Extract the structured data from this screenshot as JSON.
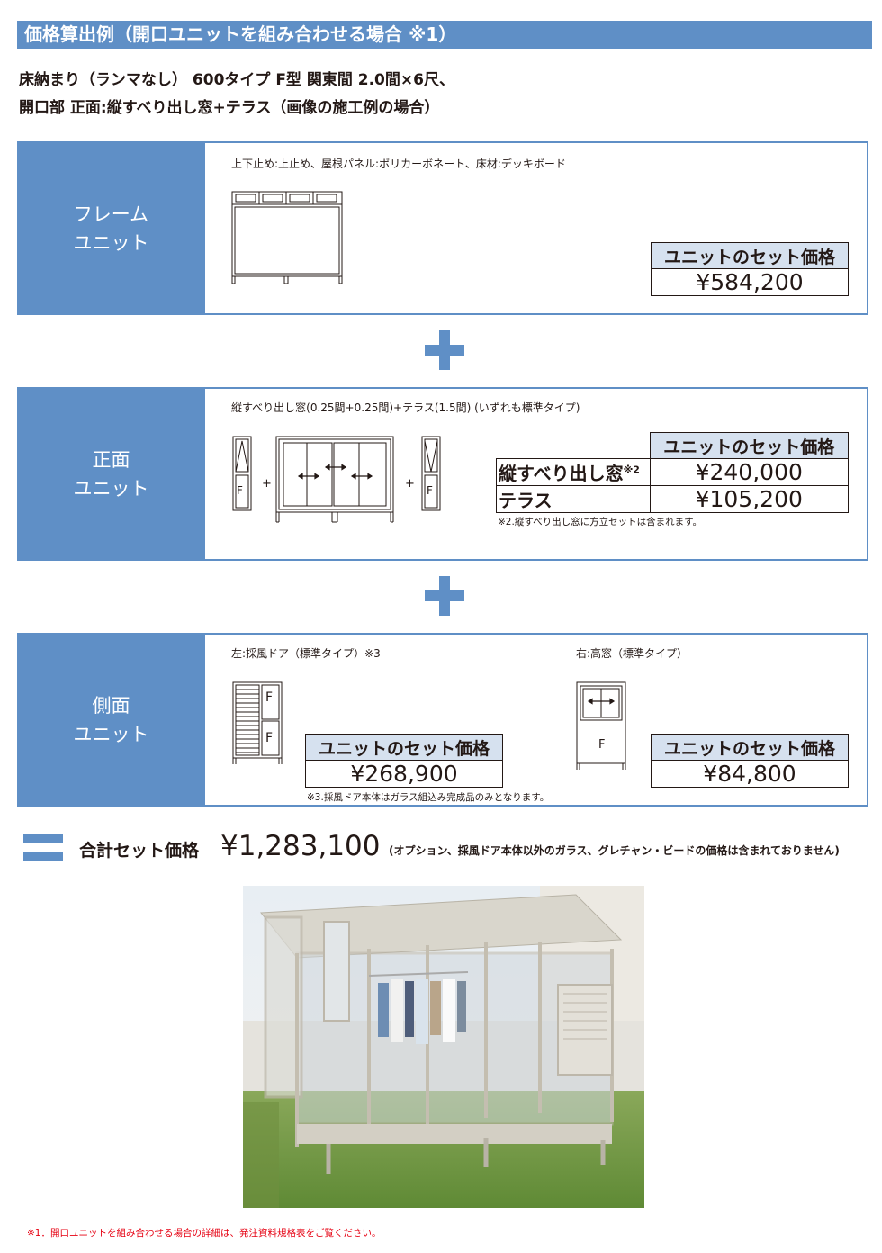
{
  "header": {
    "title": "価格算出例（開口ユニットを組み合わせる場合 ※1）"
  },
  "spec": {
    "line1": "床納まり（ランマなし） 600タイプ F型 関東間 2.0間×6尺、",
    "line2": "開口部 正面:縦すべり出し窓+テラス（画像の施工例の場合）"
  },
  "frame_unit": {
    "label_line1": "フレーム",
    "label_line2": "ユニット",
    "desc": "上下止め:上止め、屋根パネル:ポリカーボネート、床材:デッキボード",
    "price_header": "ユニットのセット価格",
    "price": "¥584,200"
  },
  "front_unit": {
    "label_line1": "正面",
    "label_line2": "ユニット",
    "desc": "縦すべり出し窓(0.25間+0.25間)+テラス(1.5間) (いずれも標準タイプ)",
    "price_header": "ユニットのセット価格",
    "rows": [
      {
        "name": "縦すべり出し窓",
        "mark": "※2",
        "price": "¥240,000"
      },
      {
        "name": "テラス",
        "mark": "",
        "price": "¥105,200"
      }
    ],
    "note": "※2.縦すべり出し窓に方立セットは含まれます。",
    "plus": "+",
    "f_mark": "F"
  },
  "side_unit": {
    "label_line1": "側面",
    "label_line2": "ユニット",
    "left_desc": "左:採風ドア（標準タイプ）※3",
    "right_desc": "右:高窓（標準タイプ）",
    "price_header": "ユニットのセット価格",
    "left_price": "¥268,900",
    "right_price": "¥84,800",
    "note": "※3.採風ドア本体はガラス組込み完成品のみとなります。",
    "f_mark": "F"
  },
  "total": {
    "label": "合計セット価格",
    "price": "¥1,283,100",
    "note": "(オプション、採風ドア本体以外のガラス、グレチャン・ビードの価格は含まれておりません)"
  },
  "footnote": "※1．開口ユニットを組み合わせる場合の詳細は、発注資料規格表をご覧ください。",
  "colors": {
    "accent": "#5f8fc6",
    "header_cell": "#d6e1ef",
    "footnote": "#e60012"
  }
}
